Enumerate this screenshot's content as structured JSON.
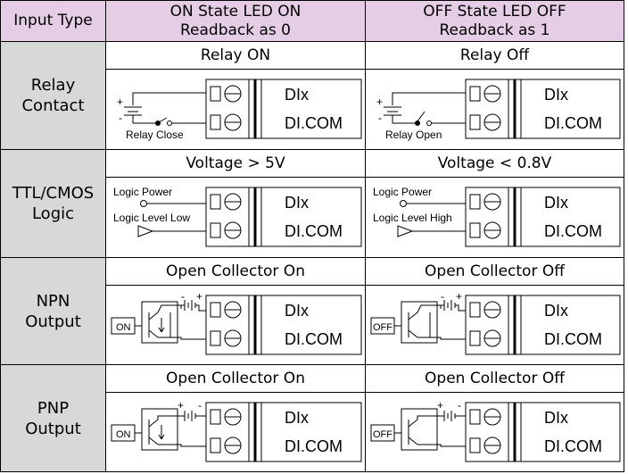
{
  "header": {
    "input_type": "Input Type",
    "on_state": [
      "ON State LED ON",
      "Readback as 0"
    ],
    "off_state": [
      "OFF State LED OFF",
      "Readback as 1"
    ]
  },
  "rows": [
    {
      "type": [
        "Relay",
        "Contact"
      ],
      "on_title": "Relay ON",
      "off_title": "Relay Off",
      "on_diagram": {
        "caption": "Relay Close",
        "plus": "+",
        "minus": "-",
        "terminals": [
          "DIx",
          "DI.COM"
        ]
      },
      "off_diagram": {
        "caption": "Relay Open",
        "plus": "+",
        "minus": "-",
        "terminals": [
          "DIx",
          "DI.COM"
        ]
      }
    },
    {
      "type": [
        "TTL/CMOS",
        "Logic"
      ],
      "on_title": "Voltage > 5V",
      "off_title": "Voltage < 0.8V",
      "on_diagram": {
        "label_power": "Logic Power",
        "label_level": "Logic Level Low",
        "terminals": [
          "DIx",
          "DI.COM"
        ]
      },
      "off_diagram": {
        "label_power": "Logic Power",
        "label_level": "Logic Level High",
        "terminals": [
          "DIx",
          "DI.COM"
        ]
      }
    },
    {
      "type": [
        "NPN",
        "Output"
      ],
      "on_title": "Open Collector On",
      "off_title": "Open Collector Off",
      "on_diagram": {
        "switch_label": "ON",
        "plus": "+",
        "minus": "-",
        "terminals": [
          "DIx",
          "DI.COM"
        ]
      },
      "off_diagram": {
        "switch_label": "OFF",
        "plus": "+",
        "minus": "-",
        "terminals": [
          "DIx",
          "DI.COM"
        ]
      }
    },
    {
      "type": [
        "PNP",
        "Output"
      ],
      "on_title": "Open Collector On",
      "off_title": "Open Collector Off",
      "on_diagram": {
        "switch_label": "ON",
        "plus": "+",
        "minus": "-",
        "terminals": [
          "DIx",
          "DI.COM"
        ]
      },
      "off_diagram": {
        "switch_label": "OFF",
        "plus": "+",
        "minus": "-",
        "terminals": [
          "DIx",
          "DI.COM"
        ]
      }
    }
  ]
}
